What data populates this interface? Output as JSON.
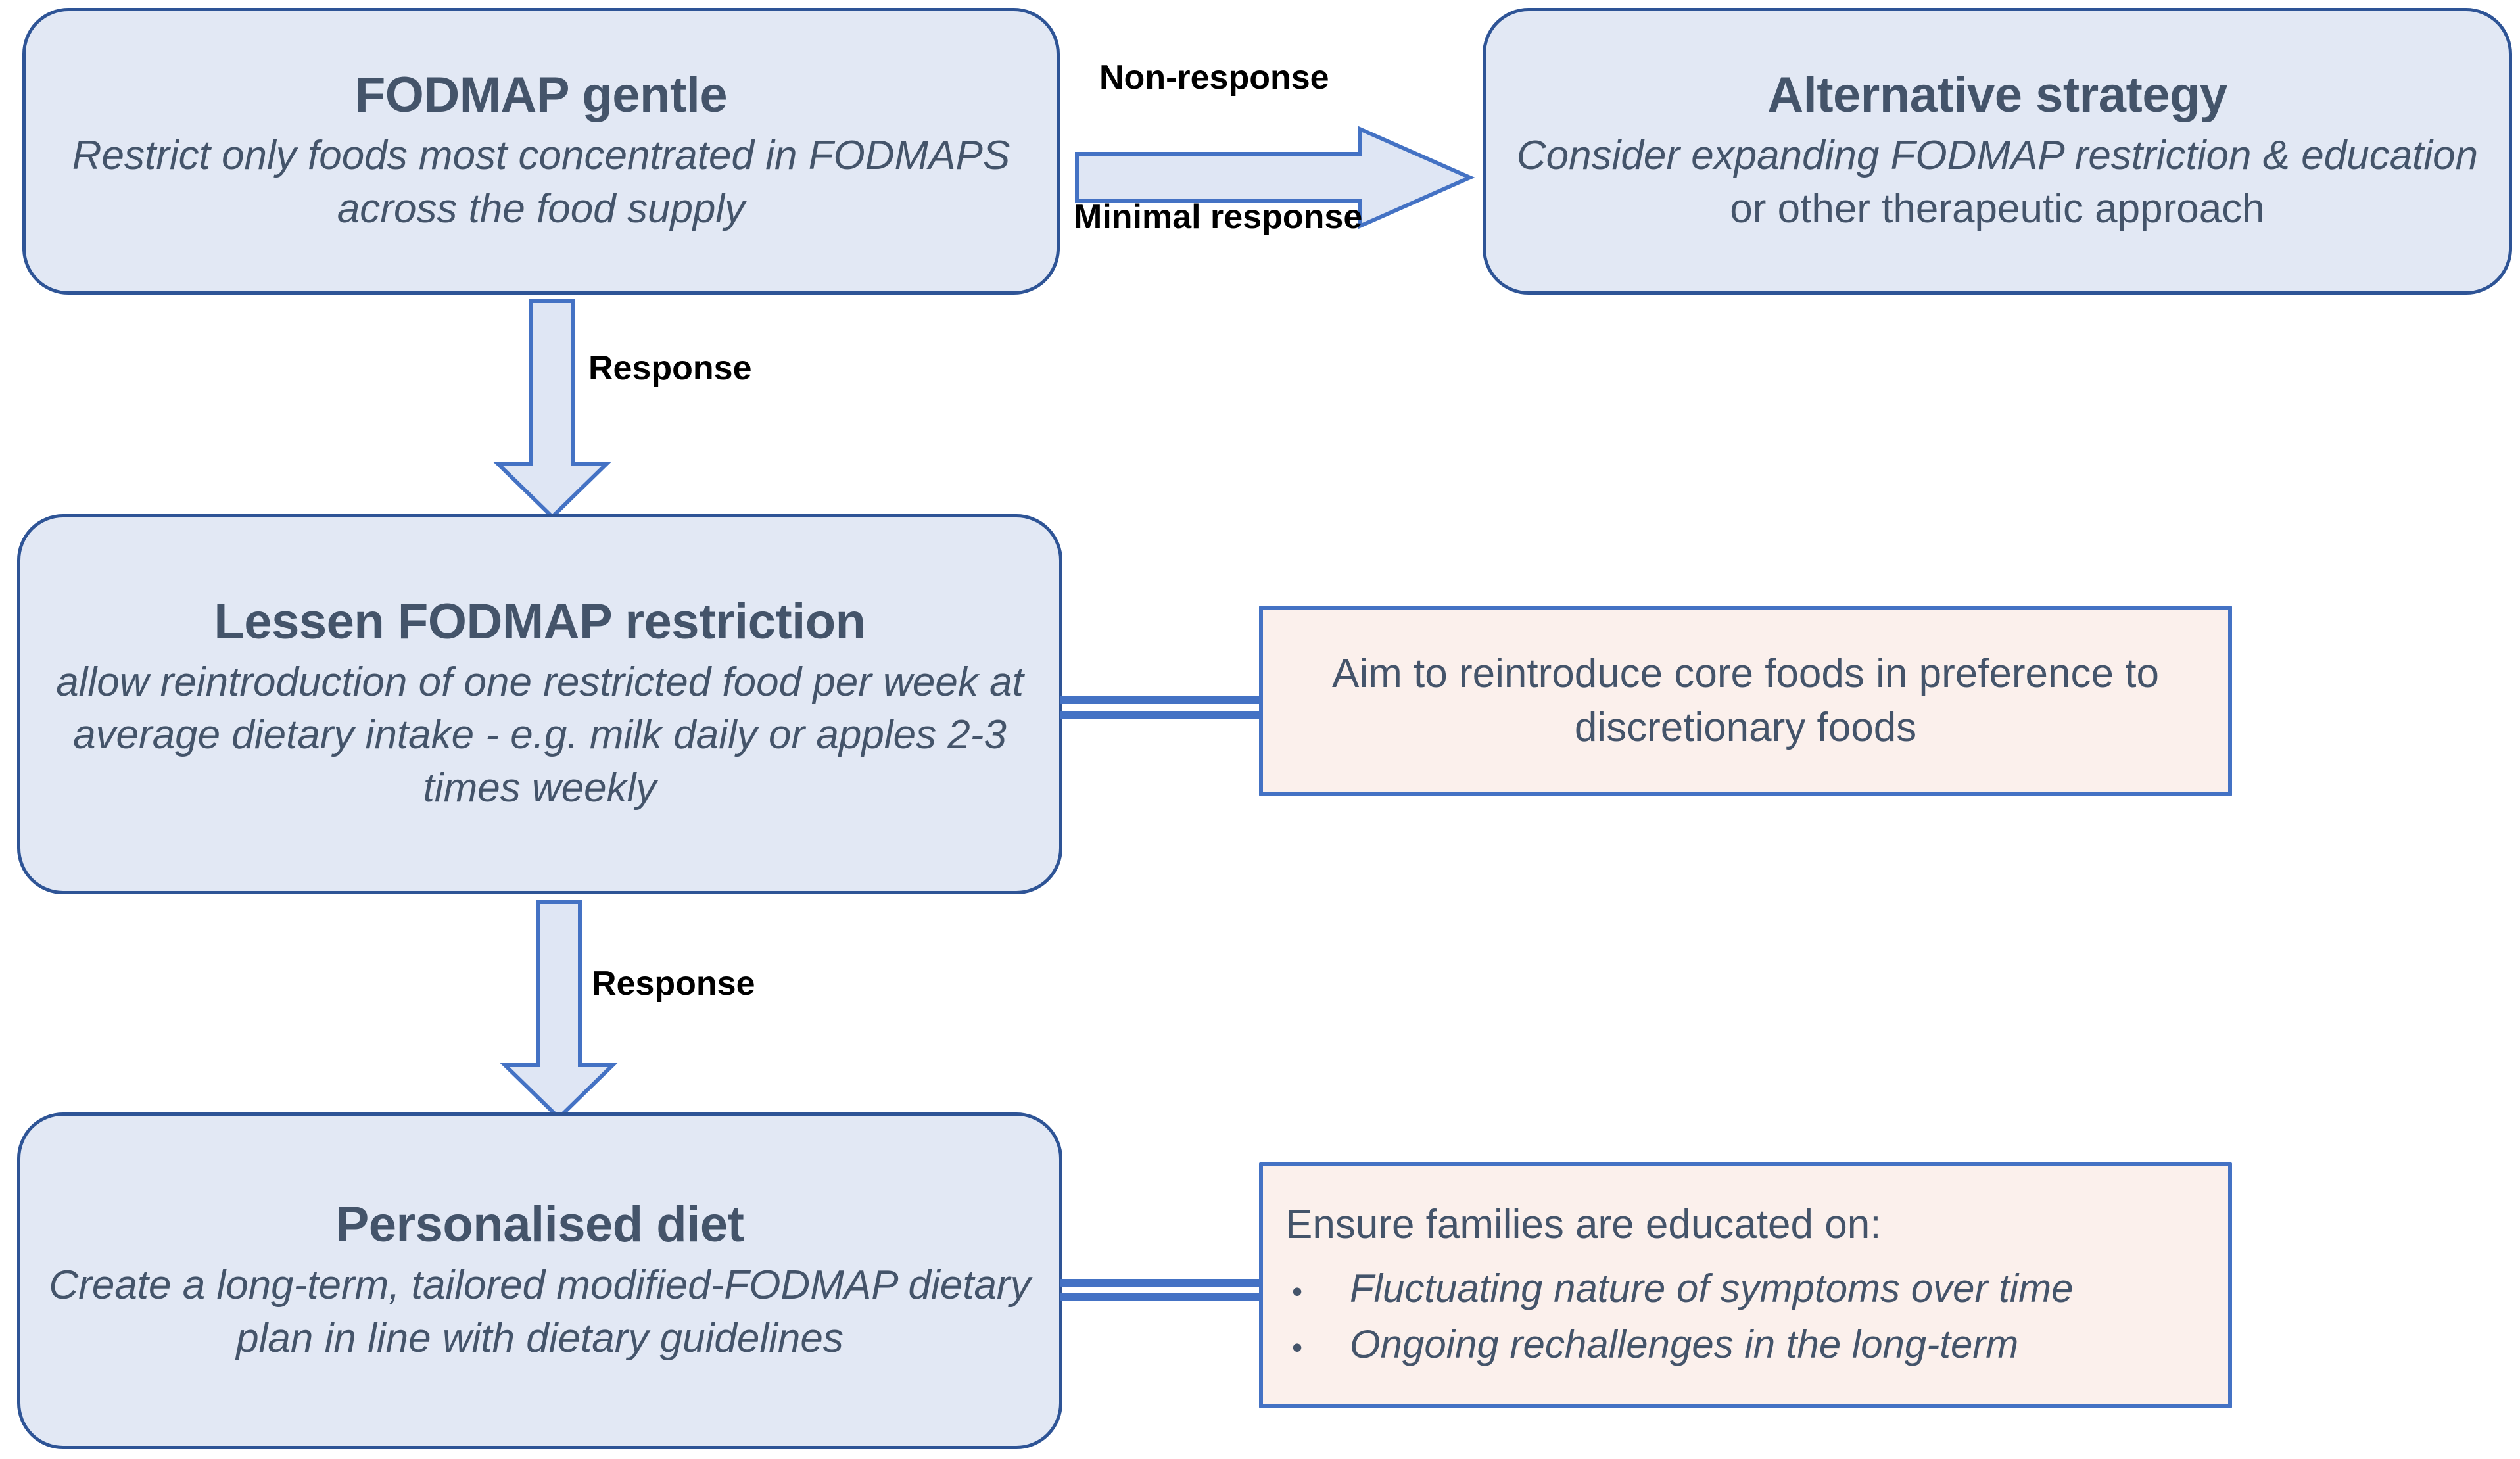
{
  "diagram": {
    "title_text": "FODMAP gentle stepwise reintroduction flowchart",
    "colors": {
      "node_fill": "#e2e8f4",
      "node_border": "#2e5496",
      "node_text": "#44546a",
      "note_fill": "#fbf0ec",
      "note_border": "#4472c4",
      "arrow_fill": "#dfe6f4",
      "arrow_stroke": "#4472c4",
      "label_text": "#000000"
    },
    "nodes": [
      {
        "id": "fodmap-gentle",
        "title": "FODMAP gentle",
        "body": "Restrict only foods most concentrated in FODMAPS across the food supply"
      },
      {
        "id": "alternative-strategy",
        "title": "Alternative strategy",
        "body_italic": "Consider expanding FODMAP restriction & education",
        "body_tail": " or other therapeutic approach"
      },
      {
        "id": "lessen-fodmap-restriction",
        "title": "Lessen FODMAP restriction",
        "body": "allow reintroduction of one restricted food per week at average dietary intake - e.g. milk daily or apples 2-3 times weekly"
      },
      {
        "id": "personalised-diet",
        "title": "Personalised diet",
        "body": "Create a long-term, tailored modified-FODMAP dietary plan in line with dietary guidelines"
      }
    ],
    "notes": [
      {
        "id": "core-foods-note",
        "text": "Aim to reintroduce core foods in preference to discretionary foods"
      },
      {
        "id": "family-education-note",
        "heading": "Ensure families are educated on:",
        "bullets": [
          "Fluctuating nature of symptoms over time",
          "Ongoing rechallenges in the long-term"
        ],
        "bullet_glyph": "•"
      }
    ],
    "connectors": [
      {
        "id": "gentle-to-alternative",
        "direction": "right",
        "label_above": "Non-response",
        "label_below": "Minimal response"
      },
      {
        "id": "gentle-to-lessen",
        "direction": "down",
        "label": "Response"
      },
      {
        "id": "lessen-to-personalised",
        "direction": "down",
        "label": "Response"
      },
      {
        "id": "lessen-to-core-foods-note",
        "direction": "right",
        "style": "double-line"
      },
      {
        "id": "personalised-to-family-note",
        "direction": "right",
        "style": "double-line"
      }
    ]
  }
}
